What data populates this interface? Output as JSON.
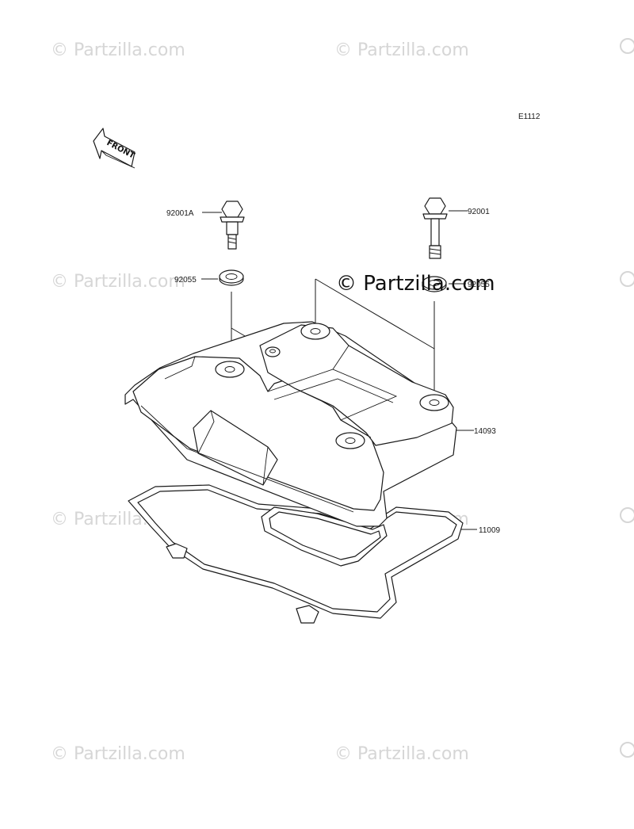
{
  "diagram": {
    "code": "E1112",
    "front_label": "FRONT",
    "watermark": "© Partzilla.com",
    "main_watermark": "© Partzilla.com",
    "callouts": {
      "bolt_a": "92001A",
      "bolt": "92001",
      "washer_left": "92055",
      "washer_right": "92055",
      "cover": "14093",
      "gasket": "11009"
    }
  }
}
